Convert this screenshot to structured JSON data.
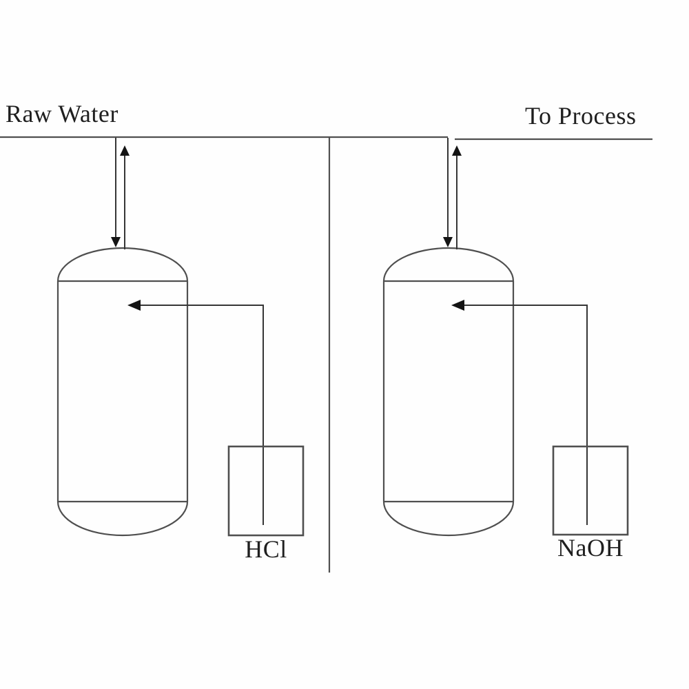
{
  "diagram": {
    "type": "process-flow-diagram",
    "subject": "two-bed ion exchange demineralizer with acid and caustic regeneration",
    "labels": {
      "raw_water": "Raw Water",
      "to_process": "To Process",
      "hcl": "HCl",
      "naoh": "NaOH"
    },
    "colors": {
      "line": "#4f4f4f",
      "arrow": "#141414",
      "text": "#1f1f1f",
      "background": "#fefefe"
    }
  }
}
